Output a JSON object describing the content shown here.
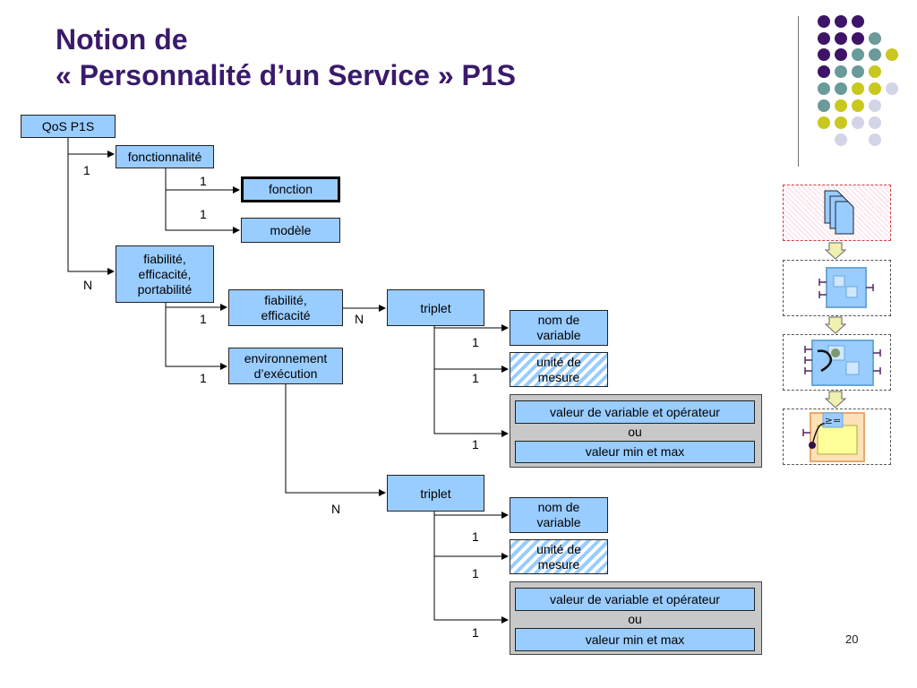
{
  "title": {
    "line1": "Notion de",
    "line2": "« Personnalité d’un Service » P1S"
  },
  "boxes": {
    "qos": "QoS P1S",
    "fonctionnalite": "fonctionnalité",
    "fonction": "fonction",
    "modele": "modèle",
    "fiab_eff_port_1": "fiabilité,",
    "fiab_eff_port_2": "efficacité,",
    "fiab_eff_port_3": "portabilité",
    "fiab_eff_1": "fiabilité,",
    "fiab_eff_2": "efficacité",
    "env_1": "environnement",
    "env_2": "d’exécution",
    "triplet_a": "triplet",
    "nom_a_1": "nom de",
    "nom_a_2": "variable",
    "unite_a_1": "unité de",
    "unite_a_2": "mesure",
    "valop_a": "valeur de variable et opérateur",
    "ou_a": "ou",
    "minmax_a": "valeur min et max",
    "triplet_b": "triplet",
    "nom_b_1": "nom de",
    "nom_b_2": "variable",
    "unite_b_1": "unité de",
    "unite_b_2": "mesure",
    "valop_b": "valeur de variable et opérateur",
    "ou_b": "ou",
    "minmax_b": "valeur min et max"
  },
  "cardinalities": {
    "c_fonctionnalite": "1",
    "c_fonction": "1",
    "c_modele": "1",
    "c_fiabilite": "N",
    "c_fiab_eff": "1",
    "c_env": "1",
    "c_triplet_a": "N",
    "c_nom_a": "1",
    "c_unite_a": "1",
    "c_val_a": "1",
    "c_triplet_b": "N",
    "c_nom_b": "1",
    "c_unite_b": "1",
    "c_val_b": "1"
  },
  "page_number": "20",
  "colors": {
    "title": "#3a1a6b",
    "box_fill": "#99ccff",
    "dot_purple": "#3d1466",
    "dot_teal": "#6a9a9a",
    "dot_yellow": "#c8c81e",
    "dot_lavender": "#d4d4e8"
  },
  "icons": [
    "document-stack-icon",
    "component-icon",
    "composition-icon",
    "constraint-icon"
  ]
}
